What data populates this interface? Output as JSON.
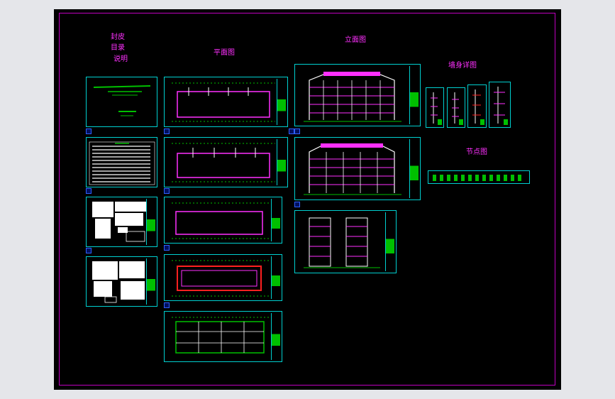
{
  "labels": {
    "cover": "封皮",
    "contents": "目录",
    "notes": "说明",
    "plan": "平面图",
    "elevation": "立面图",
    "wall_detail": "墙身详图",
    "node": "节点图"
  },
  "colors": {
    "background": "#e5e6ea",
    "sheet": "#000000",
    "border": "#c000c0",
    "frame": "#00d0d0",
    "label": "#ff30ff",
    "green": "#00c000",
    "white": "#ffffff",
    "red": "#ff2020",
    "magenta": "#ff30ff"
  }
}
